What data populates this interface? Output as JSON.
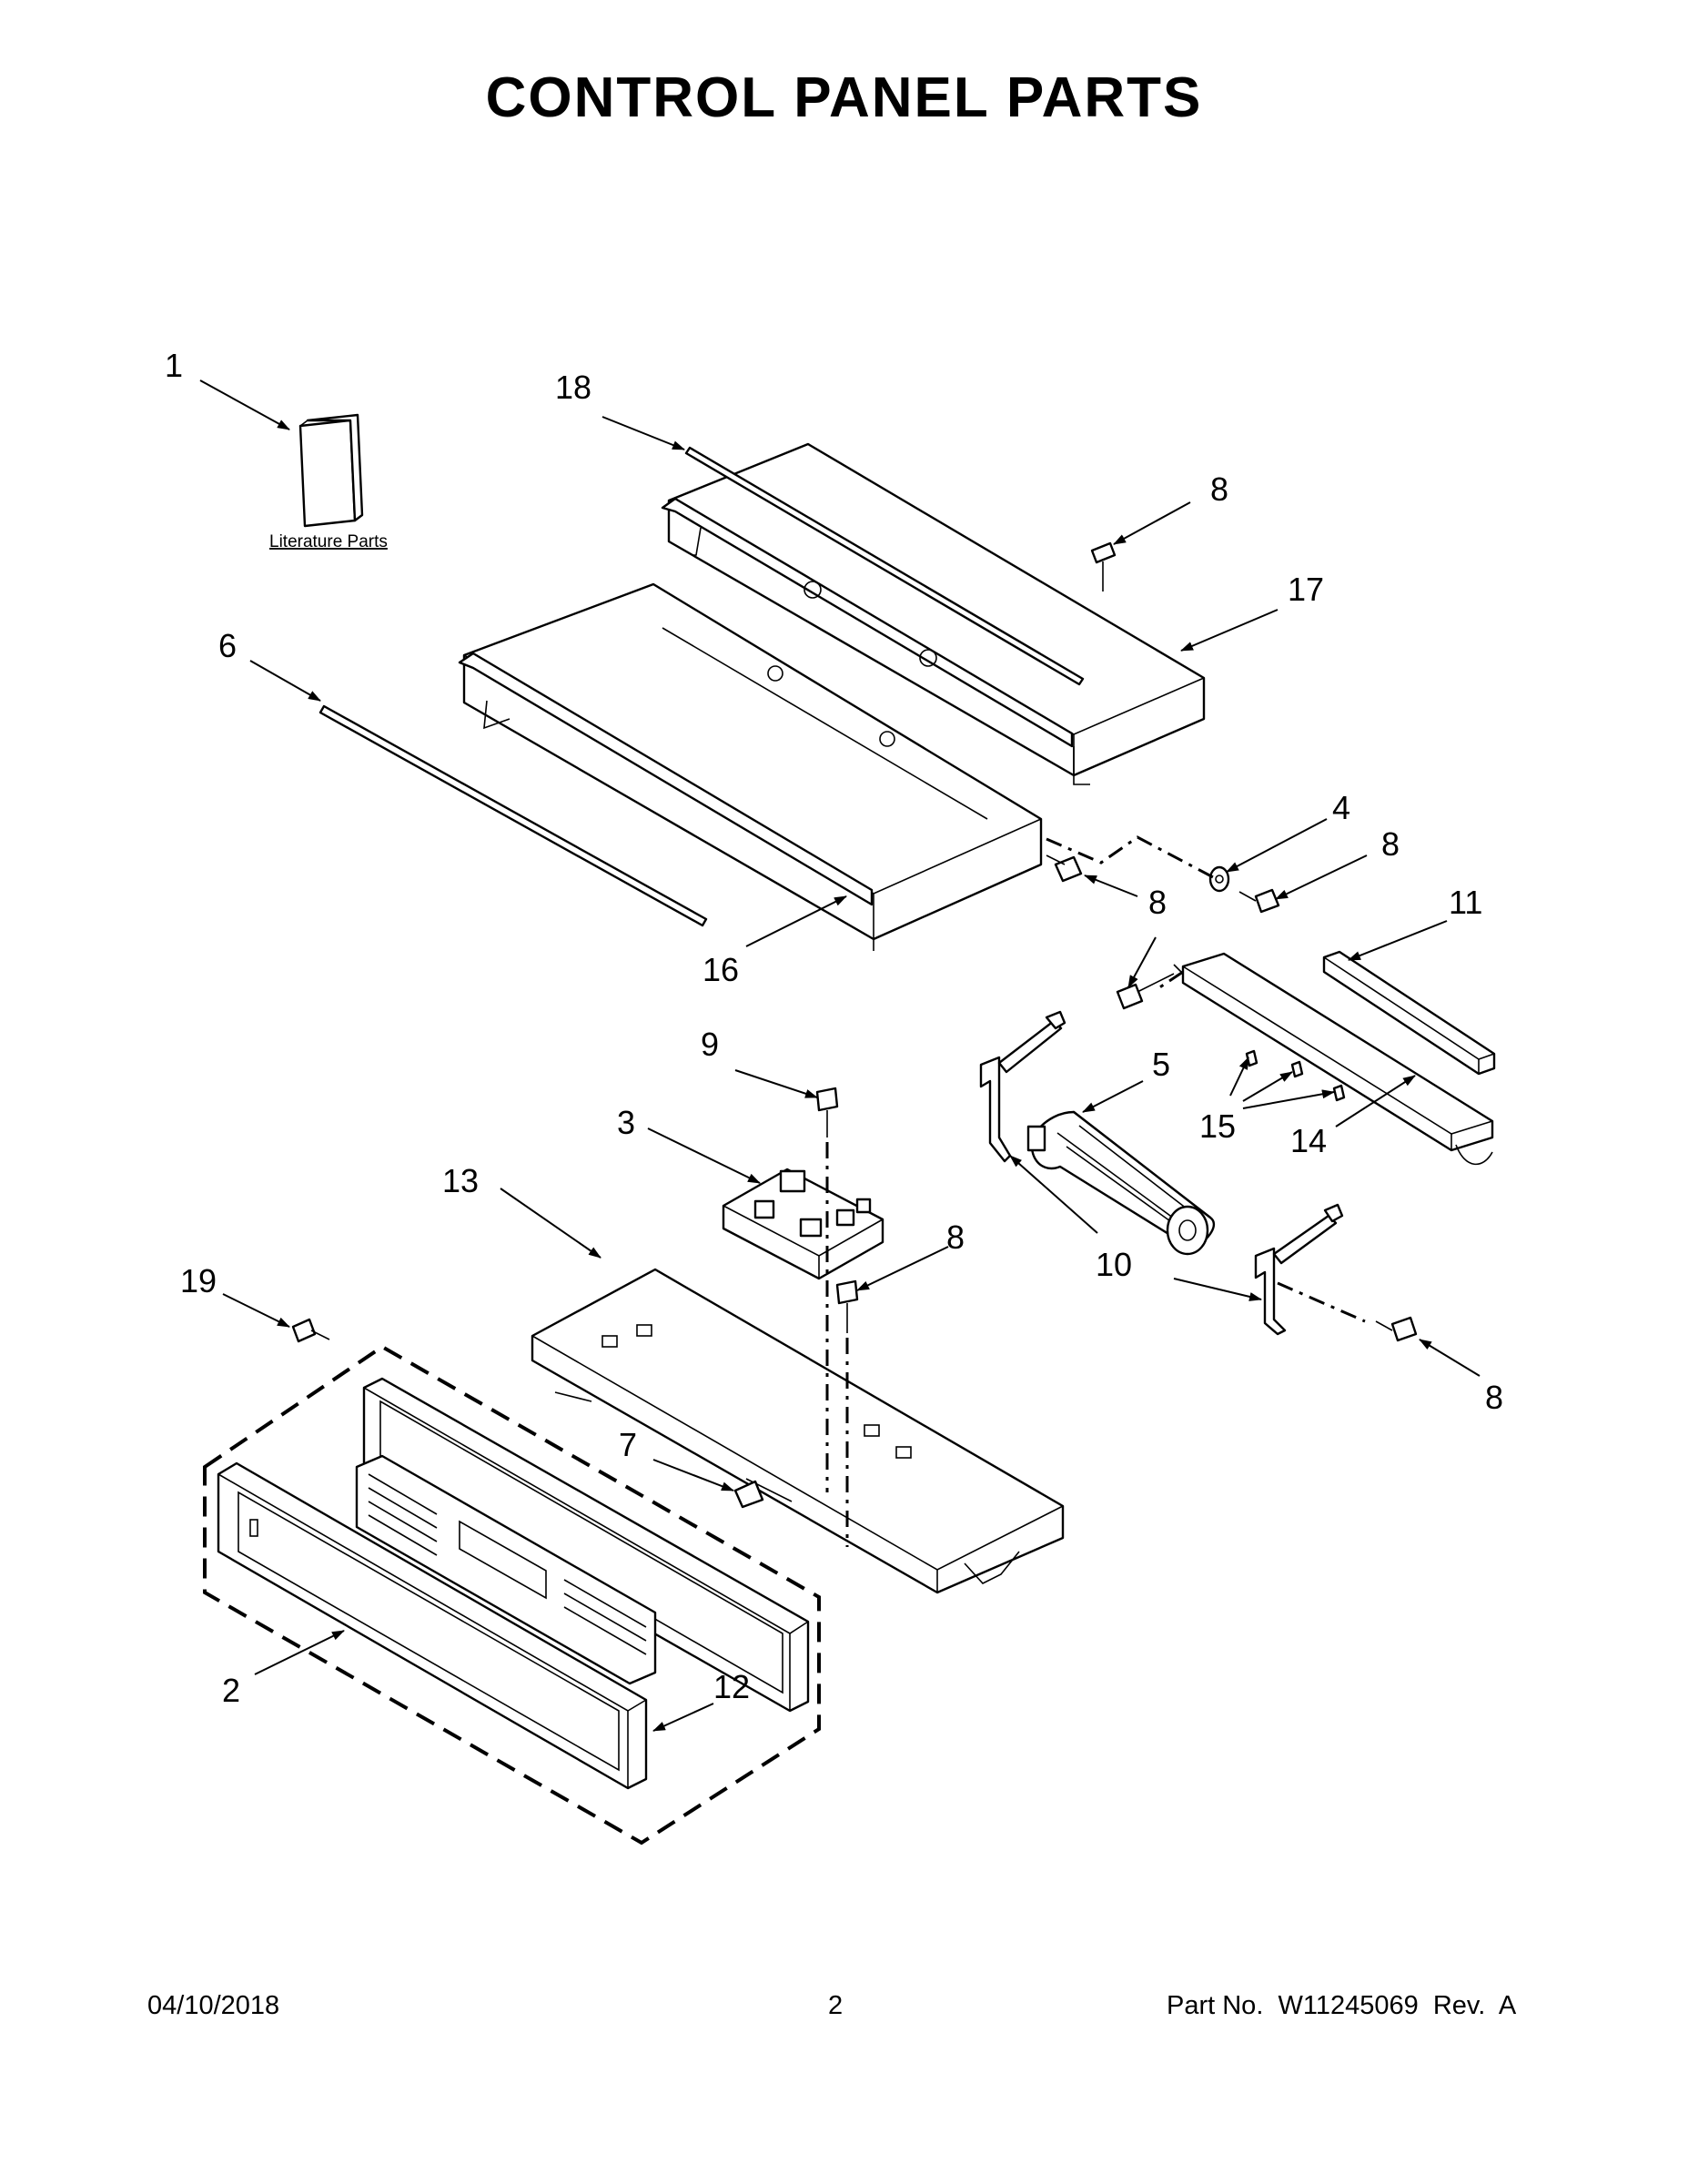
{
  "page": {
    "title": "CONTROL PANEL PARTS",
    "literature_label": "Literature Parts"
  },
  "callouts": [
    {
      "id": "c1",
      "label": "1"
    },
    {
      "id": "c18",
      "label": "18"
    },
    {
      "id": "c8a",
      "label": "8"
    },
    {
      "id": "c17",
      "label": "17"
    },
    {
      "id": "c6",
      "label": "6"
    },
    {
      "id": "c4",
      "label": "4"
    },
    {
      "id": "c8b",
      "label": "8"
    },
    {
      "id": "c8c",
      "label": "8"
    },
    {
      "id": "c11",
      "label": "11"
    },
    {
      "id": "c16",
      "label": "16"
    },
    {
      "id": "c9",
      "label": "9"
    },
    {
      "id": "c3",
      "label": "3"
    },
    {
      "id": "c5",
      "label": "5"
    },
    {
      "id": "c15",
      "label": "15"
    },
    {
      "id": "c14",
      "label": "14"
    },
    {
      "id": "c13",
      "label": "13"
    },
    {
      "id": "c8d",
      "label": "8"
    },
    {
      "id": "c10",
      "label": "10"
    },
    {
      "id": "c19",
      "label": "19"
    },
    {
      "id": "c8e",
      "label": "8"
    },
    {
      "id": "c7",
      "label": "7"
    },
    {
      "id": "c2",
      "label": "2"
    },
    {
      "id": "c12",
      "label": "12"
    }
  ],
  "footer": {
    "date": "04/10/2018",
    "page_number": "2",
    "part_number": "Part No.  W11245069  Rev.  A"
  },
  "icons": [
    "literature-icon",
    "screw-icon",
    "washer-icon",
    "fan-icon",
    "circuit-board-icon"
  ]
}
